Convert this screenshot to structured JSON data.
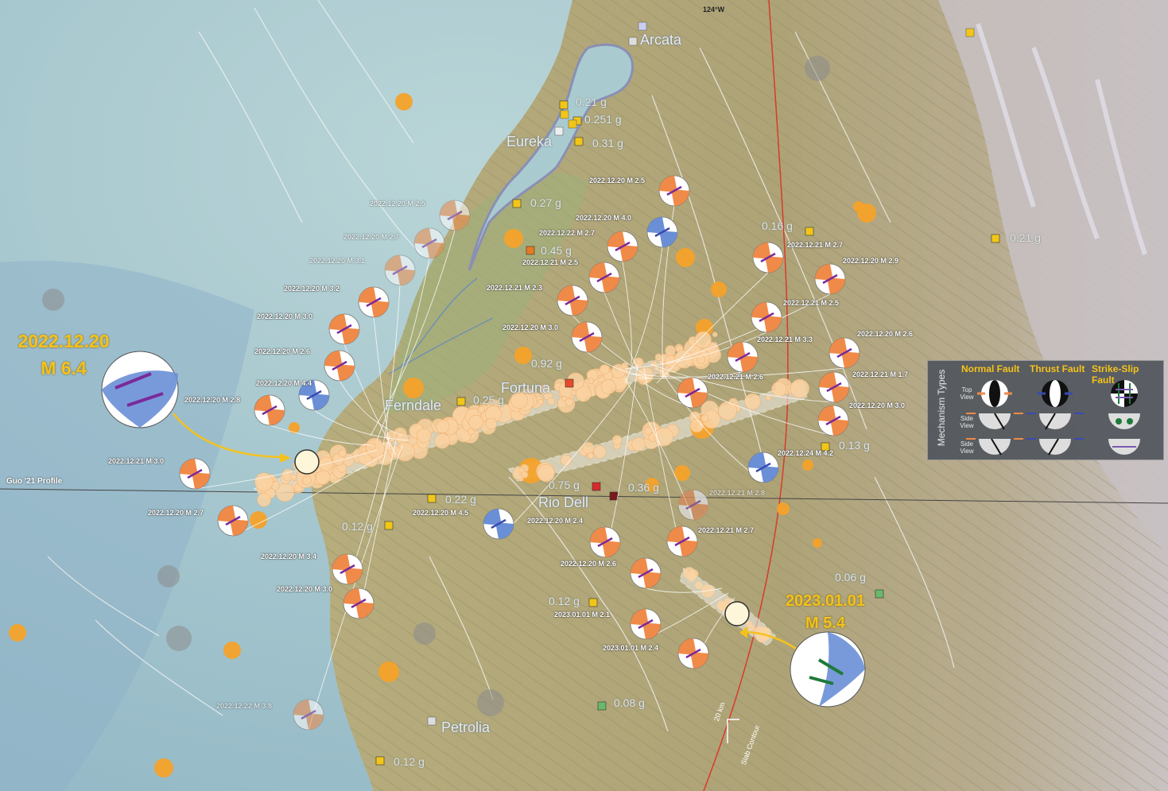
{
  "map": {
    "meridian_label": "124°W",
    "profile_label": "Guo '21 Profile",
    "towns": [
      {
        "id": "arcata",
        "name": "Arcata"
      },
      {
        "id": "eureka",
        "name": "Eureka"
      },
      {
        "id": "fortuna",
        "name": "Fortuna"
      },
      {
        "id": "ferndale",
        "name": "Ferndale"
      },
      {
        "id": "rio-dell",
        "name": "Rio Dell"
      },
      {
        "id": "petrolia",
        "name": "Petrolia"
      }
    ],
    "pga_labels": [
      "0.21 g",
      "0.251 g",
      "0.31 g",
      "0.27 g",
      "0.45 g",
      "0.16 g",
      "0.21 g",
      "0.92 g",
      "0.25 g",
      "0.13 g",
      "0.75 g",
      "0.36 g",
      "0.22 g",
      "0.12 g",
      "0.06 g",
      "0.12 g",
      "0.08 g",
      "0.12 g"
    ],
    "mainshocks": [
      {
        "date": "2022.12.20",
        "magnitude": "M 6.4"
      },
      {
        "date": "2023.01.01",
        "magnitude": "M 5.4"
      }
    ],
    "event_labels": [
      "2022.12.20 M 2.5",
      "2022.12.20 M 2.7",
      "2022.12.20 M 3.1",
      "2022.12.20 M 3.2",
      "2022.12.20 M 3.0",
      "2022.12.20 M 2.6",
      "2022.12.20 M 4.4",
      "2022.12.20 M 2.8",
      "2022.12.21 M 3.0",
      "2022.12.20 M 2.7",
      "2022.12.20 M 3.4",
      "2022.12.20 M 3.0",
      "2022.12.22 M 3.8",
      "2022.12.20 M 2.5",
      "2022.12.20 M 4.0",
      "2022.12.22 M 2.7",
      "2022.12.21 M 2.5",
      "2022.12.21 M 2.3",
      "2022.12.20 M 3.0",
      "2022.12.21 M 2.7",
      "2022.12.20 M 2.9",
      "2022.12.21 M 2.5",
      "2022.12.21 M 3.3",
      "2022.12.20 M 2.6",
      "2022.12.21 M 2.6",
      "2022.12.21 M 1.7",
      "2022.12.20 M 3.0",
      "2022.12.24 M 4.2",
      "2022.12.21 M 2.8",
      "2022.12.20 M 4.5",
      "2022.12.20 M 2.4",
      "2022.12.21 M 2.7",
      "2022.12.20 M 2.6",
      "2023.01.01 M 2.1",
      "2023.01.01 M 2.4"
    ],
    "slab_label": "20 km",
    "slab_label2": "Slab Contour"
  },
  "legend": {
    "side_title": "Mechanism Types",
    "columns": [
      "Normal Fault",
      "Thrust Fault",
      "Strike-Slip Fault"
    ],
    "rows": [
      "Top View",
      "Side View",
      "Side View"
    ]
  },
  "colors": {
    "ocean": "#a9cbd0",
    "land": "#b4a878",
    "highland": "#c2b8b0",
    "quake": "#f4a22a",
    "quake_pale": "#fbd3a2",
    "mechanism_orange": "#f08a48",
    "mechanism_blue": "#6a8fd6",
    "label_yellow": "#f5c21b",
    "meridian": "#d83a2a"
  }
}
